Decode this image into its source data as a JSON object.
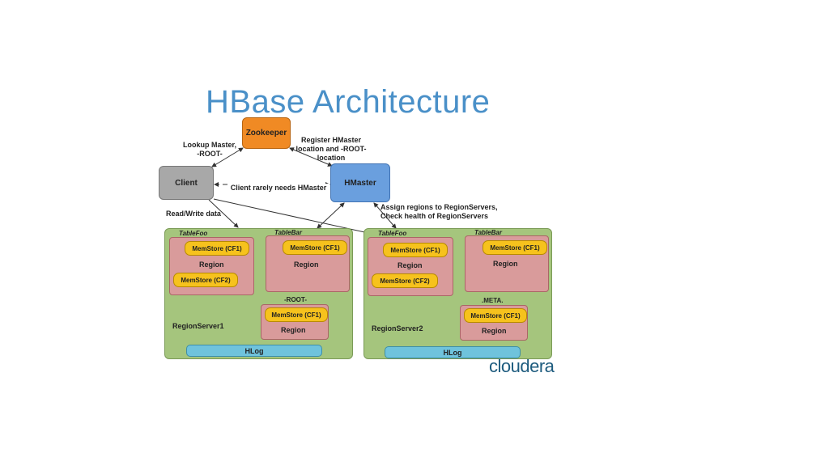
{
  "title": "HBase Architecture",
  "nodes": {
    "zookeeper": "Zookeeper",
    "client": "Client",
    "hmaster": "HMaster"
  },
  "edges": {
    "lookup": [
      "Lookup Master,",
      "-ROOT-"
    ],
    "register": [
      "Register HMaster",
      "location and -ROOT-",
      "location"
    ],
    "rarely": "Client rarely needs HMaster",
    "readwrite": "Read/Write data",
    "assign": [
      "Assign regions to RegionServers,",
      "Check health of RegionServers"
    ]
  },
  "rs1": {
    "name": "RegionServer1",
    "hlog": "HLog",
    "tablefoo": "TableFoo",
    "tablebar": "TableBar",
    "root": "-ROOT-",
    "region_label": "Region",
    "mem1": "MemStore (CF1)",
    "mem2": "MemStore (CF2)"
  },
  "rs2": {
    "name": "RegionServer2",
    "hlog": "HLog",
    "tablefoo": "TableFoo",
    "tablebar": "TableBar",
    "meta": ".META.",
    "region_label": "Region",
    "mem1": "MemStore (CF1)",
    "mem2": "MemStore (CF2)"
  },
  "logo": "cloudera",
  "colors": {
    "title": "#4a90c8",
    "zookeeper": "#f08a24",
    "client": "#a8a8a8",
    "hmaster": "#6a9fde",
    "regionserver": "#a5c57d",
    "region": "#d99b9b",
    "memstore": "#f6c21d",
    "hlog": "#6fc3dc"
  }
}
